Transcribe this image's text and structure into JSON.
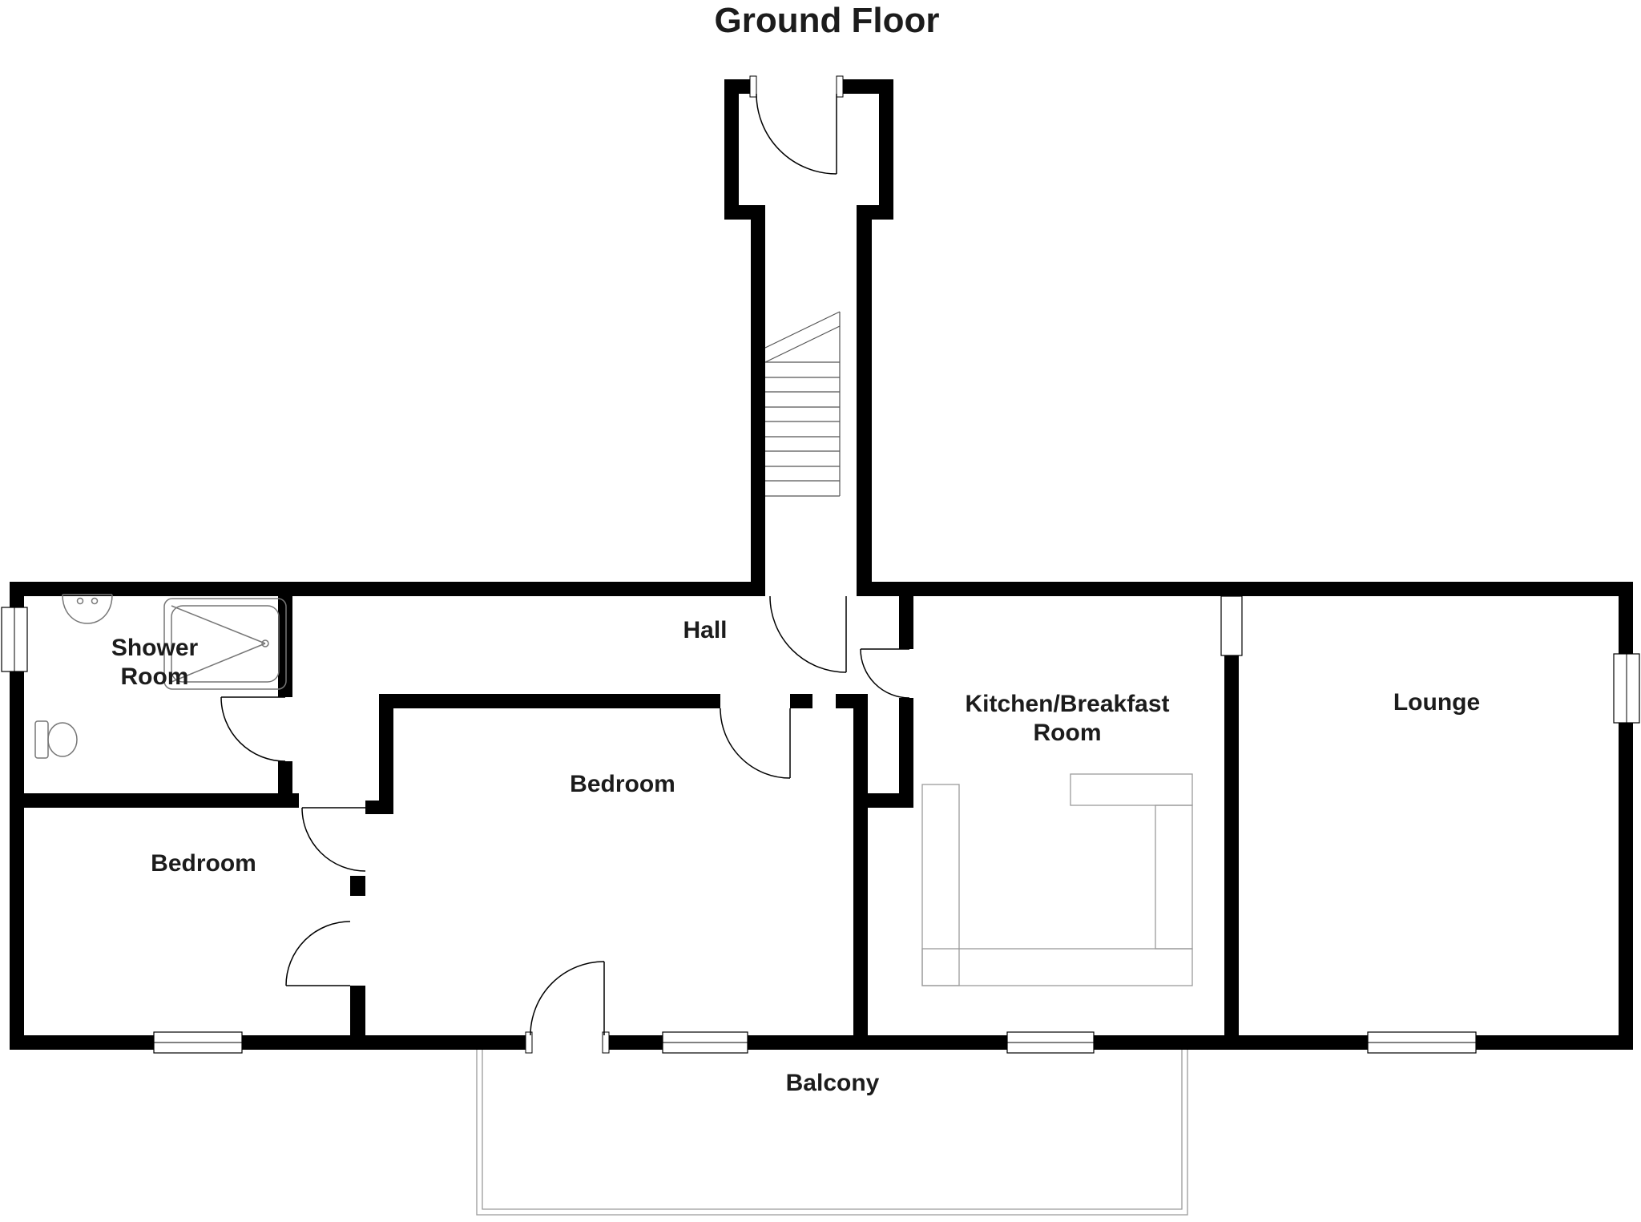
{
  "title": "Ground Floor",
  "rooms": {
    "hall": "Hall",
    "shower_room": "Shower\nRoom",
    "bedroom_left": "Bedroom",
    "bedroom_center": "Bedroom",
    "kitchen": "Kitchen/Breakfast\nRoom",
    "lounge": "Lounge",
    "balcony": "Balcony"
  },
  "colors": {
    "wall": "#000000",
    "line": "#555555",
    "counter": "#9a9a9a",
    "fixture": "#777777",
    "text": "#1c1c1c",
    "bg": "#ffffff"
  }
}
